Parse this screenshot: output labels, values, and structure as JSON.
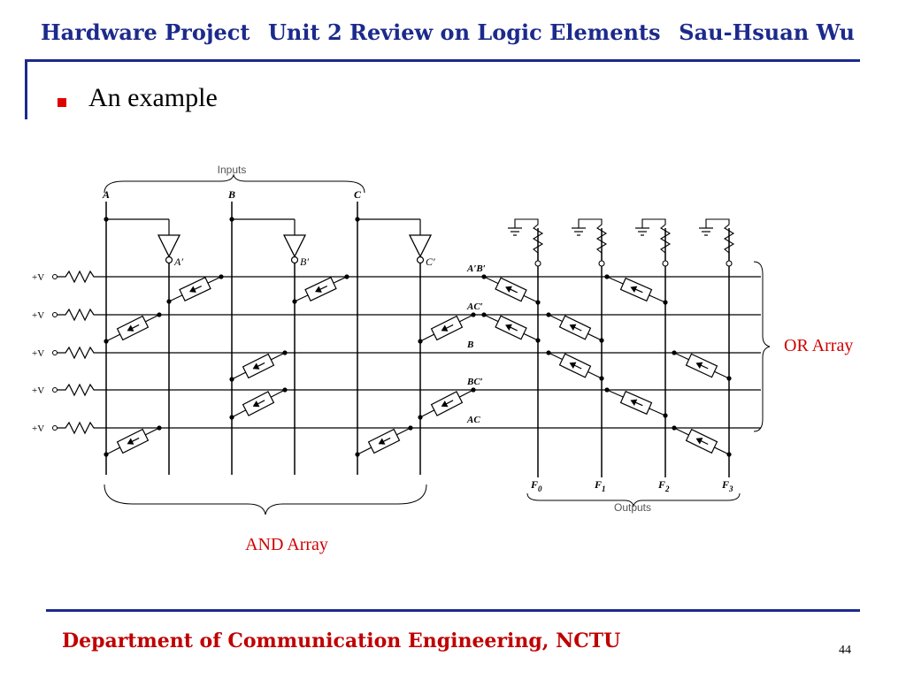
{
  "header": {
    "left": "Hardware Project",
    "center": "Unit 2 Review on Logic Elements",
    "right": "Sau-Hsuan Wu"
  },
  "bullet": {
    "text": "An example"
  },
  "diagram": {
    "inputs_label": "Inputs",
    "outputs_label": "Outputs",
    "input_names": [
      "A",
      "B",
      "C"
    ],
    "complement_names": [
      "A′",
      "B′",
      "C′"
    ],
    "supply_label": "+V",
    "term_labels": [
      "A′B′",
      "AC′",
      "B",
      "BC′",
      "AC"
    ],
    "output_names": [
      "F0",
      "F1",
      "F2",
      "F3"
    ],
    "and_array_label": "AND Array",
    "or_array_label": "OR Array",
    "and_connections": [
      [
        1,
        3
      ],
      [
        0,
        2,
        5
      ],
      [
        0,
        2,
        5
      ],
      [
        3,
        4
      ],
      [
        1,
        4
      ]
    ],
    "or_connections": [
      [
        0,
        1
      ],
      [
        1,
        2
      ],
      [
        3
      ],
      [
        0,
        1
      ],
      [
        0,
        3
      ],
      [
        1,
        2
      ],
      [
        0,
        3
      ]
    ]
  },
  "footer": {
    "text": "Department of Communication Engineering, NCTU"
  },
  "page_number": "44",
  "colors": {
    "title": "#1c2a8c",
    "footer": "#c00000",
    "bullet": "#e00000",
    "label": "#d00000"
  }
}
